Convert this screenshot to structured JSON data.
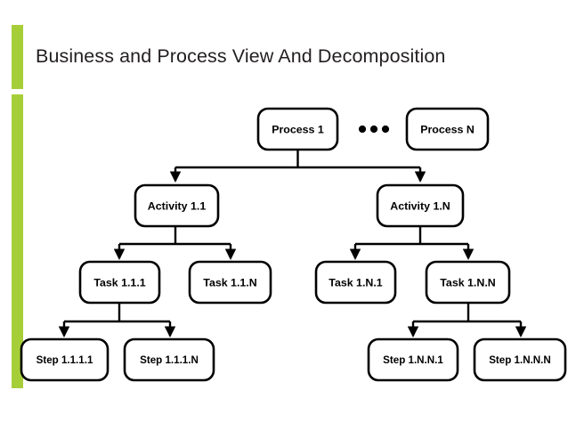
{
  "slide": {
    "title": "Business and Process View And Decomposition",
    "background_color": "#ffffff",
    "accent_color": "#A6CE39",
    "line_color": "#000000"
  },
  "diagram": {
    "type": "tree-hierarchy",
    "levels": [
      "Process",
      "Activity",
      "Task",
      "Step"
    ],
    "ellipsis": "•••",
    "nodes": {
      "process_1": "Process 1",
      "process_n": "Process N",
      "activity_1_1": "Activity 1.1",
      "activity_1_n": "Activity 1.N",
      "task_1_1_1": "Task 1.1.1",
      "task_1_1_n": "Task 1.1.N",
      "task_1_n_1": "Task 1.N.1",
      "task_1_n_n": "Task 1.N.N",
      "step_1_1_1_1": "Step 1.1.1.1",
      "step_1_1_1_n": "Step 1.1.1.N",
      "step_1_n_n_1": "Step 1.N.N.1",
      "step_1_n_n_n": "Step 1.N.N.N"
    }
  }
}
